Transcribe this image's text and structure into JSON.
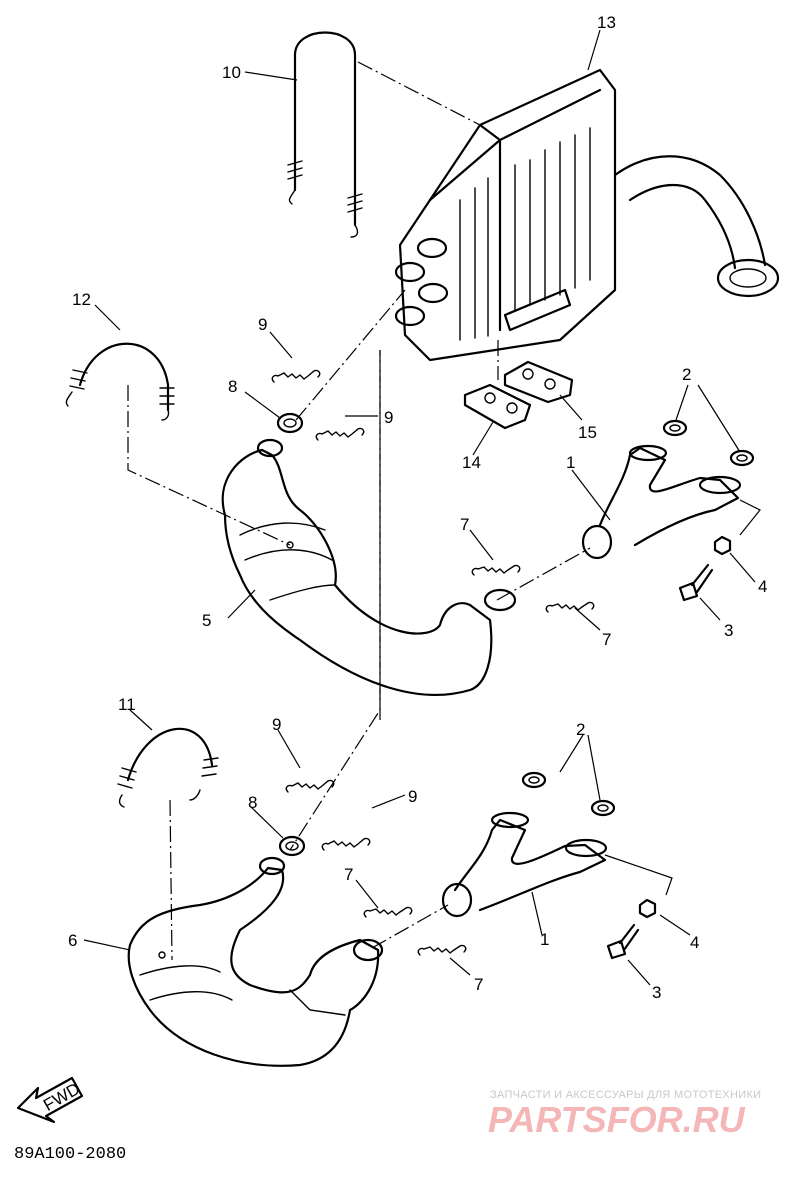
{
  "diagram": {
    "code": "89A100-2080",
    "fwd_label": "FWD",
    "callouts": {
      "c1a": "1",
      "c1b": "1",
      "c2a": "2",
      "c2b": "2",
      "c3a": "3",
      "c3b": "3",
      "c4a": "4",
      "c4b": "4",
      "c5": "5",
      "c6": "6",
      "c7a": "7",
      "c7b": "7",
      "c7c": "7",
      "c7d": "7",
      "c8a": "8",
      "c8b": "8",
      "c9a": "9",
      "c9b": "9",
      "c9c": "9",
      "c9d": "9",
      "c10": "10",
      "c11": "11",
      "c12": "12",
      "c13": "13",
      "c14": "14",
      "c15": "15"
    }
  },
  "watermark": {
    "caption": "ЗАПЧАСТИ И АКСЕССУАРЫ ДЛЯ МОТОТЕХНИКИ",
    "brand": "PARTSFOR.RU"
  },
  "colors": {
    "line": "#000000",
    "background": "#ffffff",
    "watermark_brand": "#f4b6b6",
    "watermark_caption": "#c9c9c9"
  }
}
